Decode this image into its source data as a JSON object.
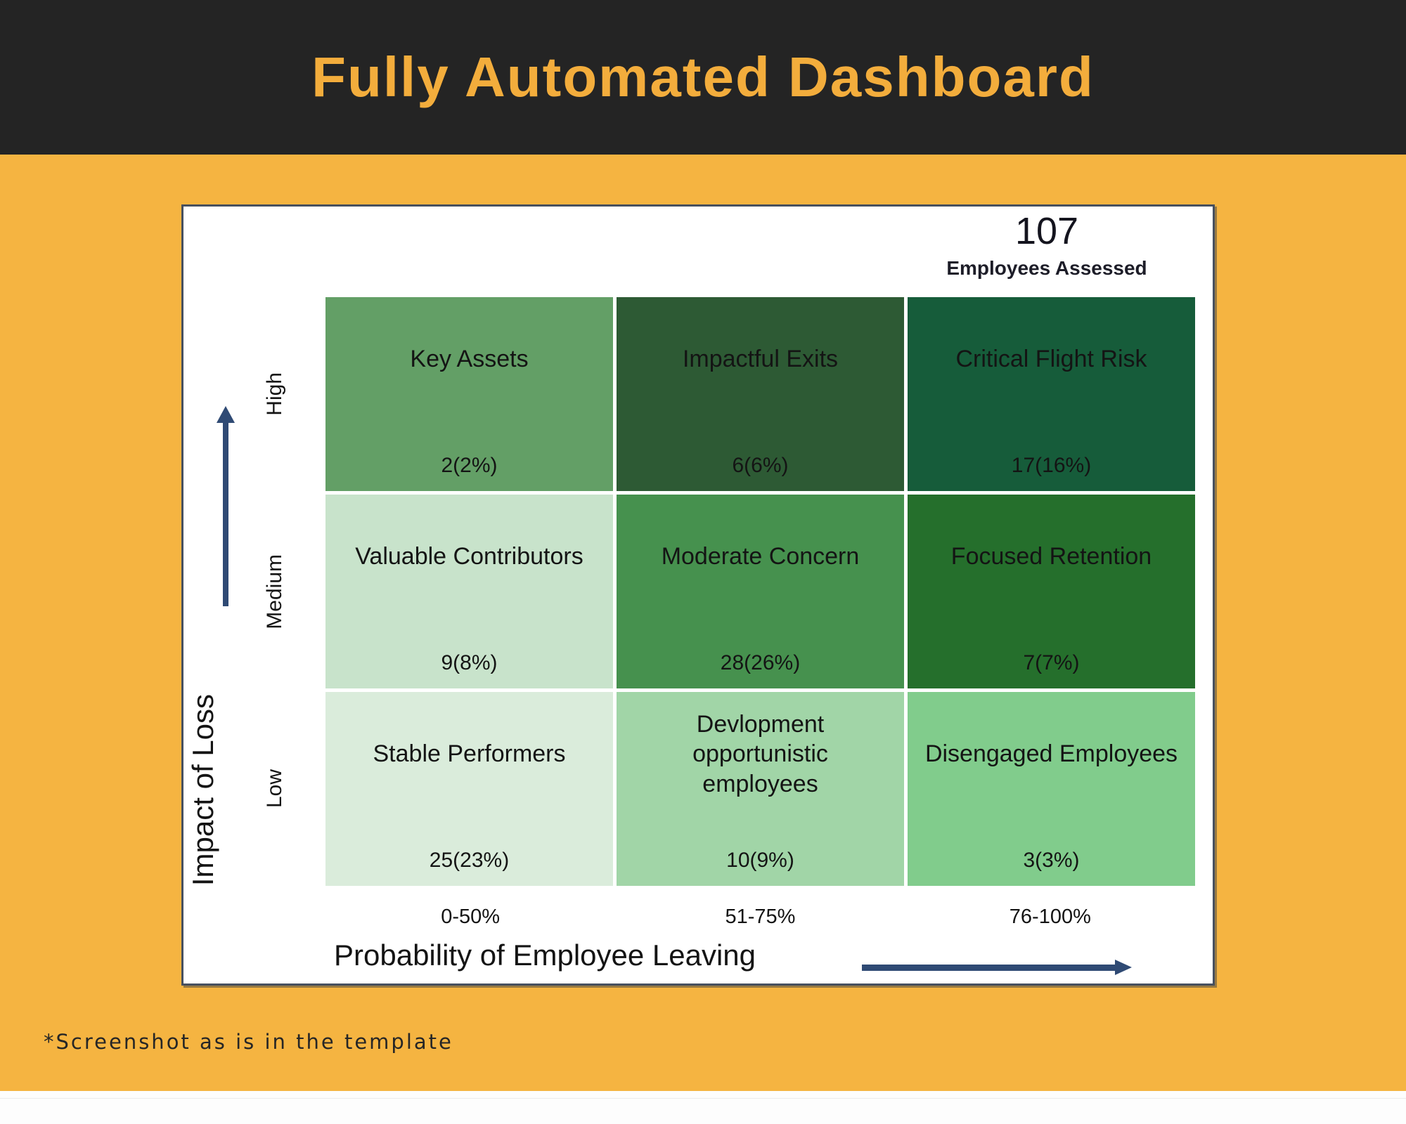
{
  "header": {
    "title": "Fully Automated Dashboard"
  },
  "footer": {
    "note": "*Screenshot as is in the template"
  },
  "colors": {
    "page_background": "#F5B441",
    "header_background": "#242424",
    "title_text": "#F3AD3C",
    "card_border": "#47505F",
    "axis_arrow": "#2F4A74"
  },
  "chart_data": {
    "type": "heatmap",
    "title": "Employee flight-risk 3x3 matrix",
    "total": {
      "value": "107",
      "label": "Employees Assessed"
    },
    "x_axis": {
      "title": "Probability of Employee Leaving",
      "categories": [
        "0-50%",
        "51-75%",
        "76-100%"
      ]
    },
    "y_axis": {
      "title": "Impact of Loss",
      "categories": [
        "High",
        "Medium",
        "Low"
      ]
    },
    "legend": "none",
    "rows": [
      {
        "impact": "High",
        "cells": [
          {
            "label": "Key Assets",
            "count": 2,
            "pct": "2%",
            "display": "2(2%)",
            "color": "#639F66"
          },
          {
            "label": "Impactful Exits",
            "count": 6,
            "pct": "6%",
            "display": "6(6%)",
            "color": "#2D5A34"
          },
          {
            "label": "Critical Flight Risk",
            "count": 17,
            "pct": "16%",
            "display": "17(16%)",
            "color": "#165C3A"
          }
        ]
      },
      {
        "impact": "Medium",
        "cells": [
          {
            "label": "Valuable Contributors",
            "count": 9,
            "pct": "8%",
            "display": "9(8%)",
            "color": "#C8E3CB"
          },
          {
            "label": "Moderate Concern",
            "count": 28,
            "pct": "26%",
            "display": "28(26%)",
            "color": "#46914E"
          },
          {
            "label": "Focused Retention",
            "count": 7,
            "pct": "7%",
            "display": "7(7%)",
            "color": "#256F2C"
          }
        ]
      },
      {
        "impact": "Low",
        "cells": [
          {
            "label": "Stable Performers",
            "count": 25,
            "pct": "23%",
            "display": "25(23%)",
            "color": "#DAECDB"
          },
          {
            "label": "Devlopment opportunistic employees",
            "count": 10,
            "pct": "9%",
            "display": "10(9%)",
            "color": "#A1D5A7"
          },
          {
            "label": "Disengaged Employees",
            "count": 3,
            "pct": "3%",
            "display": "3(3%)",
            "color": "#81CC8C"
          }
        ]
      }
    ]
  }
}
